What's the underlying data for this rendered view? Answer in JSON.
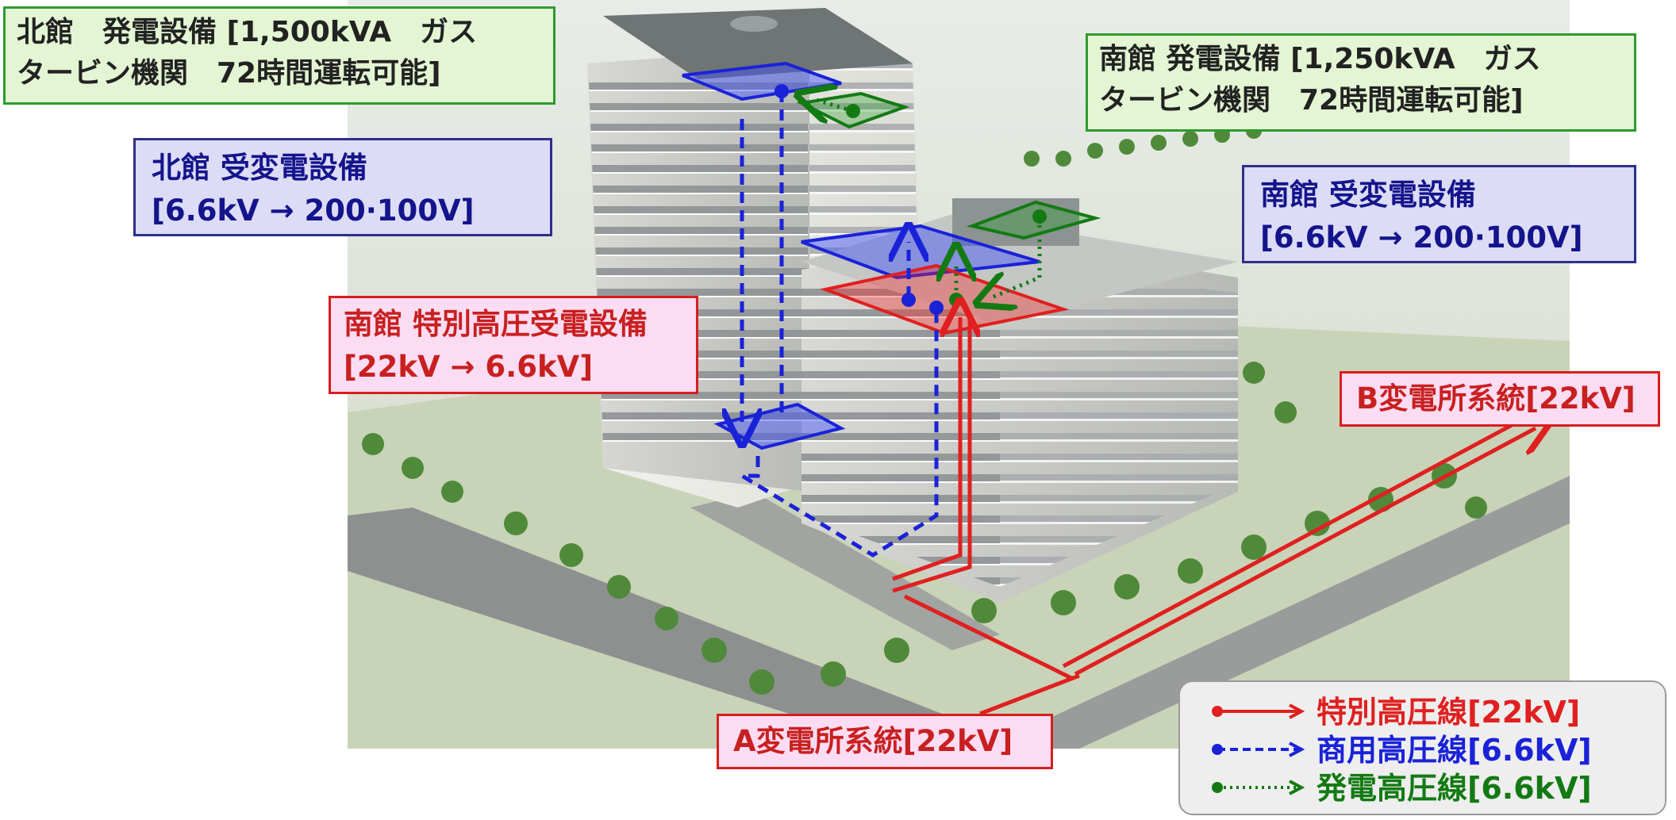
{
  "labels": {
    "north_generator": {
      "line1": "北館　発電設備 [1,500kVA　ガス",
      "line2": "タービン機関　72時間運転可能]"
    },
    "south_generator": {
      "line1": "南館 発電設備 [1,250kVA　ガス",
      "line2": "タービン機関　72時間運転可能]"
    },
    "north_substation": {
      "line1": "北館 受変電設備",
      "line2": "[6.6kV → 200·100V]"
    },
    "south_substation": {
      "line1": "南館 受変電設備",
      "line2": "[6.6kV → 200·100V]"
    },
    "south_extra_high": {
      "line1": "南館 特別高圧受電設備",
      "line2": "[22kV → 6.6kV]"
    },
    "b_substation": "B変電所系統[22kV]",
    "a_substation": "A変電所系統[22kV]"
  },
  "legend": [
    {
      "label": "特別高圧線[22kV]",
      "color": "#e02020",
      "line_style": "solid"
    },
    {
      "label": "商用高圧線[6.6kV]",
      "color": "#1a22d8",
      "line_style": "dashed"
    },
    {
      "label": "発電高圧線[6.6kV]",
      "color": "#137a13",
      "line_style": "dotted"
    }
  ],
  "colors": {
    "extra_high_line": "#e02020",
    "commercial_line": "#1a22d8",
    "generator_line": "#137a13"
  }
}
